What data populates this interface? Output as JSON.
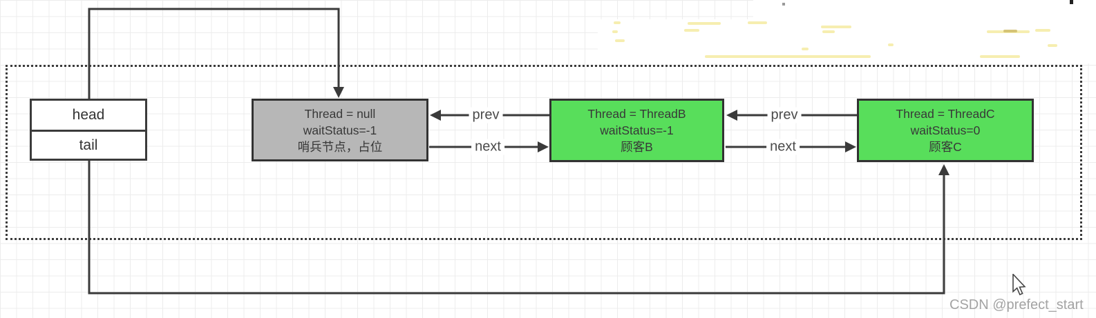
{
  "watermark": "CSDN @prefect_start",
  "pointer_table": {
    "head_label": "head",
    "tail_label": "tail"
  },
  "nodes": [
    {
      "id": "sentinel-node",
      "line1": "Thread = null",
      "line2": "waitStatus=-1",
      "line3": "哨兵节点，占位",
      "fill": "#b7b7b7"
    },
    {
      "id": "thread-b-node",
      "line1": "Thread = ThreadB",
      "line2": "waitStatus=-1",
      "line3": "顾客B",
      "fill": "#58de5b"
    },
    {
      "id": "thread-c-node",
      "line1": "Thread = ThreadC",
      "line2": "waitStatus=0",
      "line3": "顾客C",
      "fill": "#58de5b"
    }
  ],
  "edge_labels": {
    "prev": "prev",
    "next": "next"
  },
  "colors": {
    "node_green": "#58de5b",
    "node_gray": "#b7b7b7",
    "line": "#3a3a3a",
    "grid": "#ececec",
    "watermark": "#a3a3a3",
    "highlight": "#f3e896"
  }
}
